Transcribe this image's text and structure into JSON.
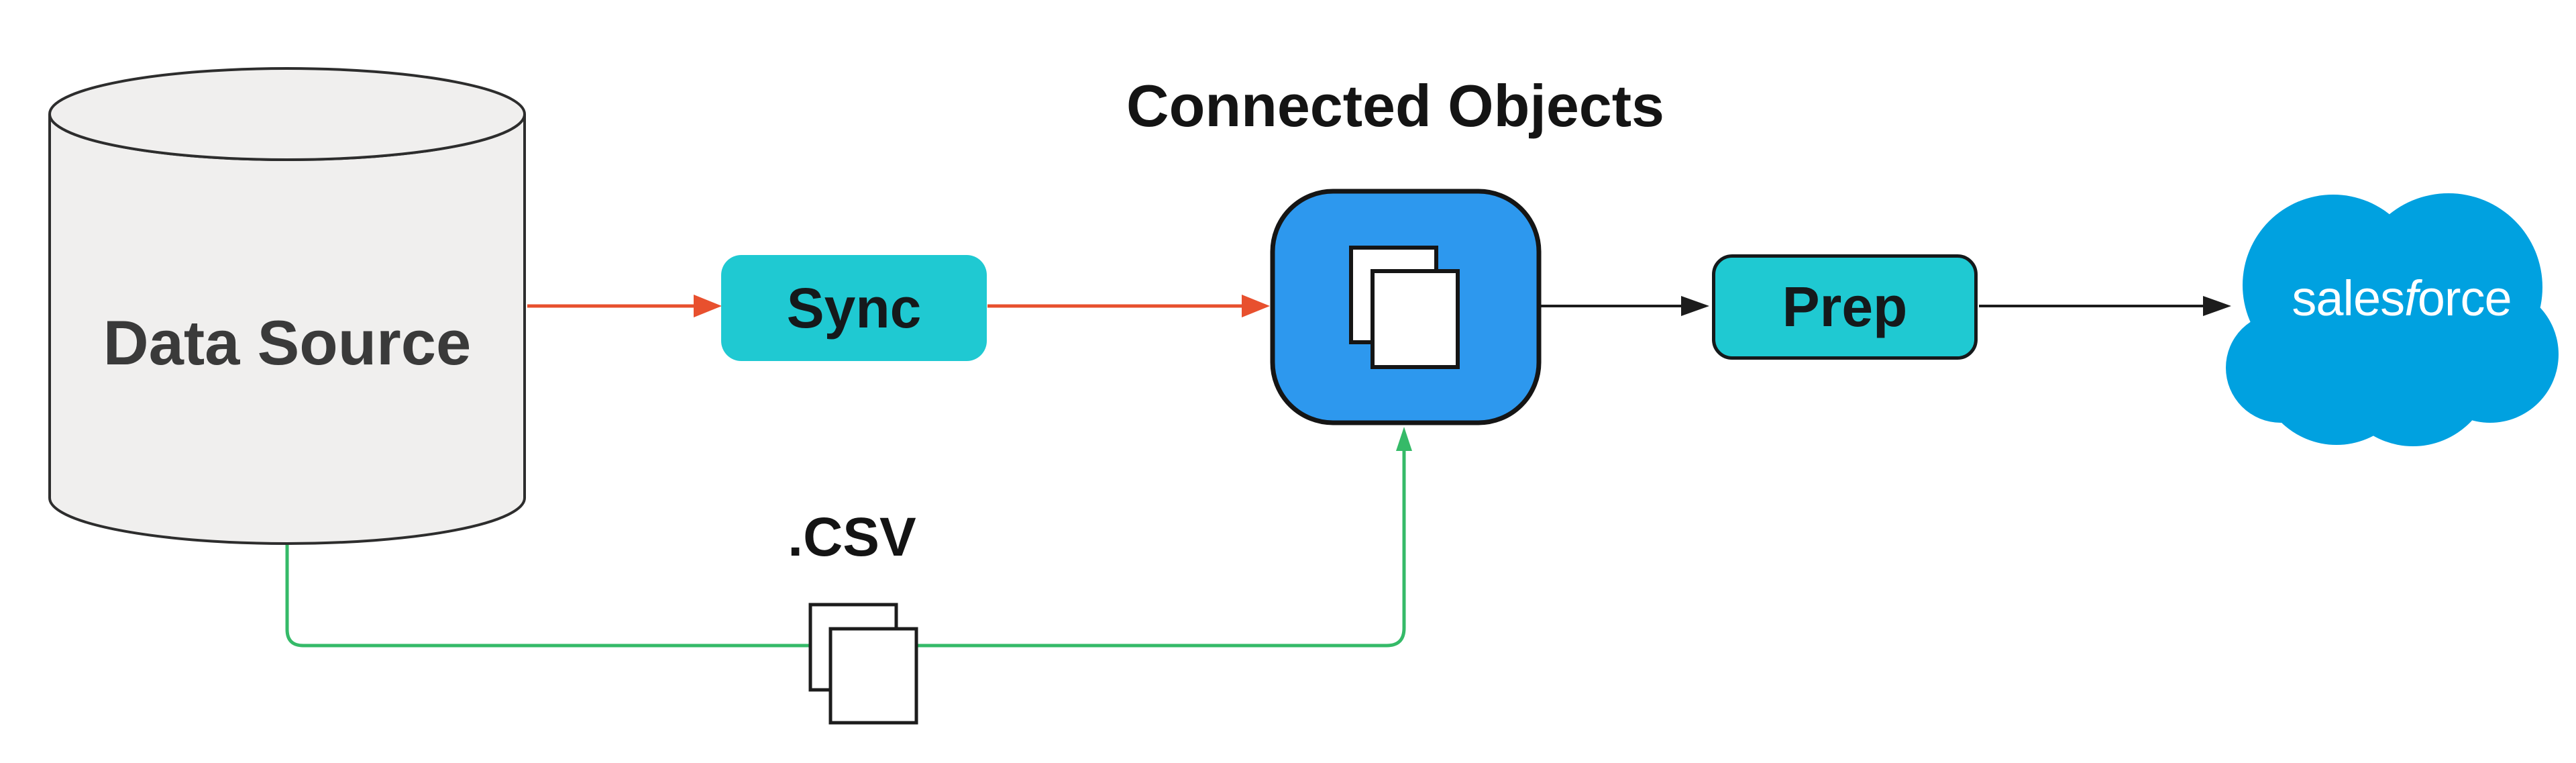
{
  "diagram": {
    "title": "Connected Objects",
    "nodes": {
      "data_source": {
        "label": "Data Source",
        "shape": "database-cylinder",
        "fill": "#f0efee"
      },
      "sync": {
        "label": "Sync",
        "shape": "rounded-rect",
        "fill": "#1fc9d2"
      },
      "connected_objects": {
        "shape": "rounded-square-app-icon",
        "icon": "documents-icon",
        "fill": "#2d98ee"
      },
      "prep": {
        "label": "Prep",
        "shape": "rounded-rect-outlined",
        "fill": "#1fc9d2"
      },
      "salesforce": {
        "shape": "salesforce-cloud",
        "fill": "#00a1e0",
        "wordmark": [
          "sales",
          "f",
          "orce"
        ]
      }
    },
    "csv_label": ".CSV",
    "csv_icon": "documents-icon",
    "edges": [
      {
        "from": "data_source",
        "to": "sync",
        "color": "#e8502e",
        "style": "arrow"
      },
      {
        "from": "sync",
        "to": "connected_objects",
        "color": "#e8502e",
        "style": "arrow"
      },
      {
        "from": "connected_objects",
        "to": "prep",
        "color": "#1c1c1c",
        "style": "arrow"
      },
      {
        "from": "prep",
        "to": "salesforce",
        "color": "#1c1c1c",
        "style": "arrow"
      },
      {
        "from": "data_source",
        "to": "connected_objects",
        "via": "csv_documents",
        "color": "#35ba68",
        "style": "elbow-arrow"
      }
    ],
    "colors": {
      "orange_arrow": "#e8502e",
      "black_arrow": "#1c1c1c",
      "green_arrow": "#35ba68",
      "teal_node": "#1fc9d2",
      "blue_icon": "#2d98ee",
      "salesforce_blue": "#00a1e0",
      "cylinder_fill": "#f0efee",
      "background": "#ffffff"
    }
  }
}
